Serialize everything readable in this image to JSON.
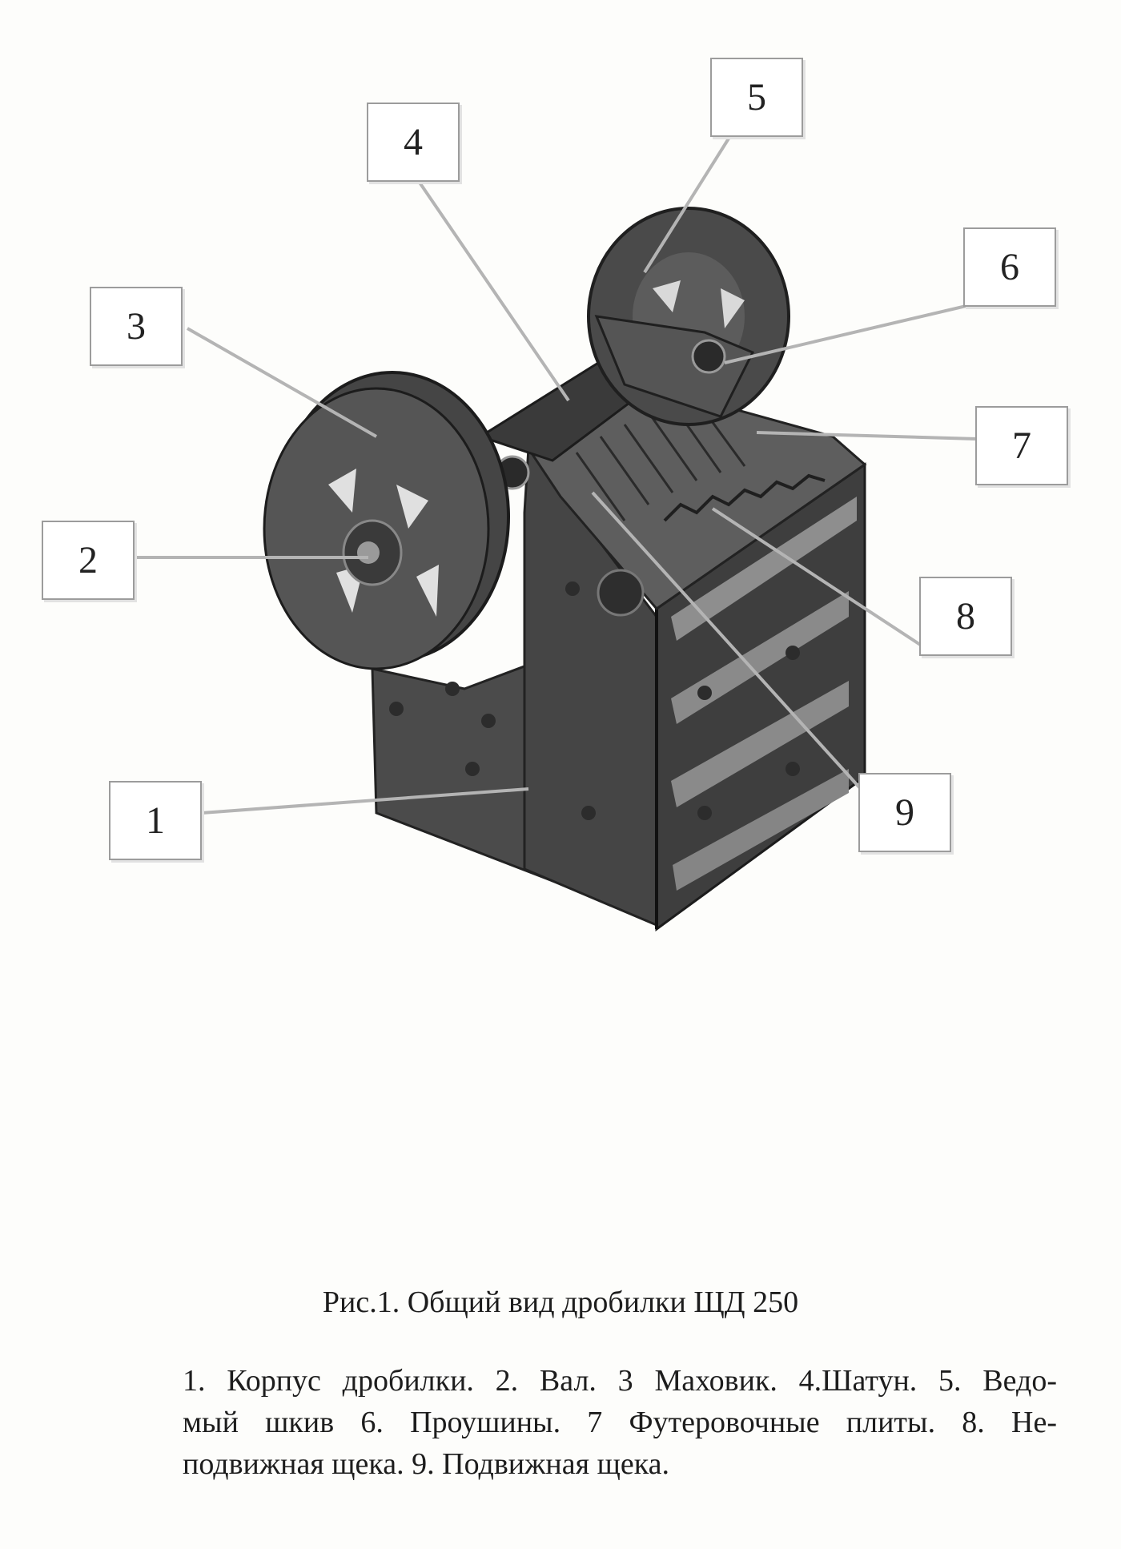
{
  "figure": {
    "callouts": [
      {
        "id": "1",
        "label": "1"
      },
      {
        "id": "2",
        "label": "2"
      },
      {
        "id": "3",
        "label": "3"
      },
      {
        "id": "4",
        "label": "4"
      },
      {
        "id": "5",
        "label": "5"
      },
      {
        "id": "6",
        "label": "6"
      },
      {
        "id": "7",
        "label": "7"
      },
      {
        "id": "8",
        "label": "8"
      },
      {
        "id": "9",
        "label": "9"
      }
    ]
  },
  "caption": "Рис.1. Общий вид дробилки ЩД 250",
  "legend": {
    "line1": "1. Корпус дробилки. 2. Вал. 3 Маховик. 4.Шатун. 5. Ведо-",
    "line2": "мый шкив 6. Проушины. 7 Футеровочные плиты. 8. Не-",
    "line3": "подвижная щека. 9. Подвижная щека."
  }
}
